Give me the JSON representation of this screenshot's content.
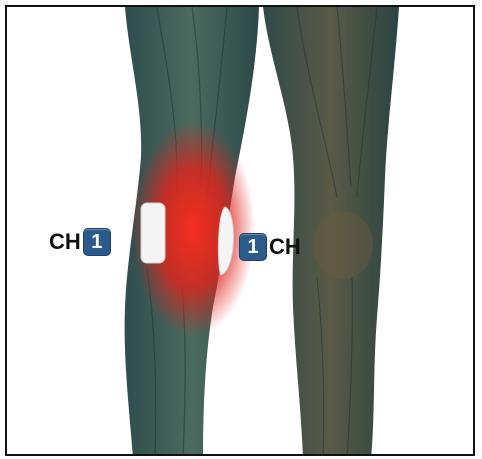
{
  "channels": {
    "left": {
      "text": "CH",
      "number": "1"
    },
    "right": {
      "number": "1",
      "text": "CH"
    }
  },
  "colors": {
    "muscle": "#3c5a55",
    "pain_highlight": "#e0201a",
    "electrode_pad": "#f4f4f4",
    "badge": "#2b5a8c"
  }
}
